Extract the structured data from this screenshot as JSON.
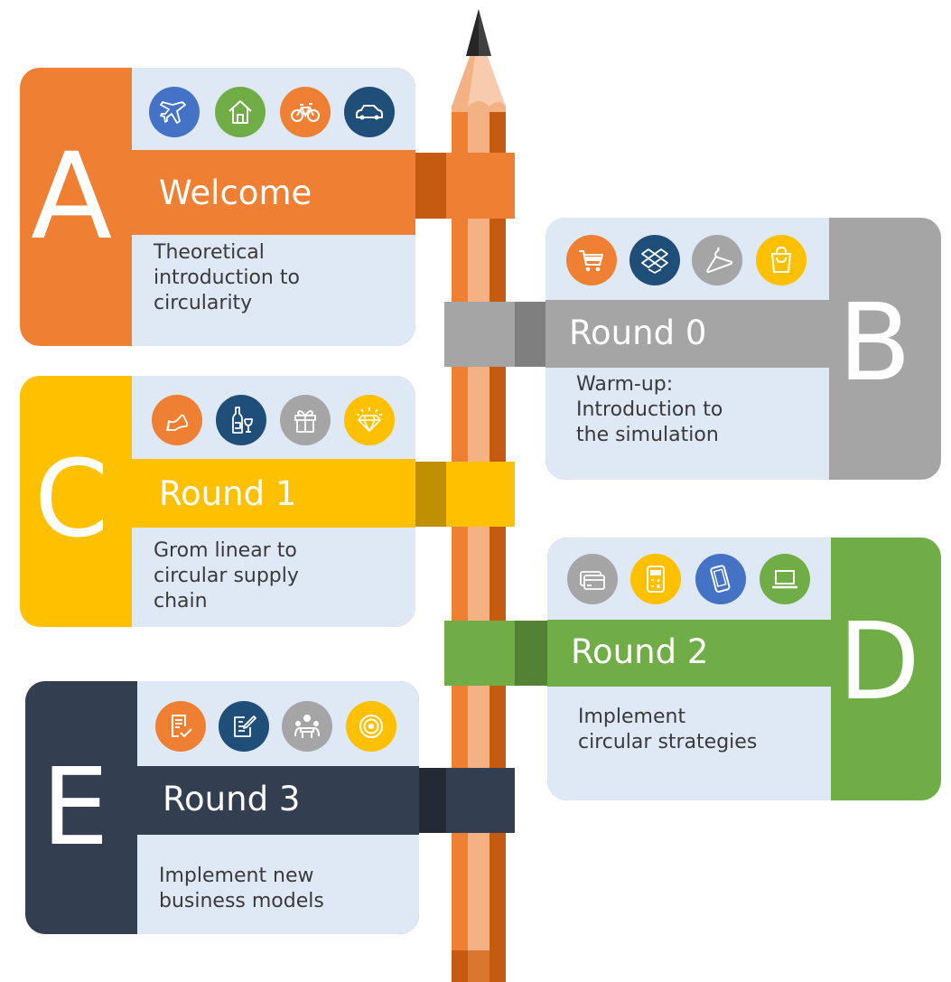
{
  "colors": {
    "orange": "#ee7f33",
    "orange_dark": "#c55a11",
    "grey": "#a5a5a5",
    "grey_dark": "#7f7f7f",
    "yellow": "#ffc000",
    "yellow_dark": "#bf9000",
    "green": "#70ad47",
    "green_dark": "#548235",
    "navy": "#333f50",
    "navy_dark": "#222a35",
    "blue": "#4472c4",
    "darkblue": "#1f4e79",
    "panel": "#dfe8f5"
  },
  "steps": [
    {
      "letter": "A",
      "title": "Welcome",
      "lines": [
        "Theoretical",
        "introduction to",
        "circularity"
      ],
      "icons": [
        "airplane-icon",
        "house-icon",
        "bicycle-icon",
        "car-icon"
      ]
    },
    {
      "letter": "B",
      "title": "Round 0",
      "lines": [
        "Warm-up:",
        "Introduction to",
        "the simulation"
      ],
      "icons": [
        "shopping-cart-icon",
        "dropbox-box-icon",
        "clothes-hanger-icon",
        "shopping-bag-icon"
      ]
    },
    {
      "letter": "C",
      "title": "Round 1",
      "lines": [
        "Grom linear to",
        "circular supply",
        "chain"
      ],
      "icons": [
        "high-heel-shoe-icon",
        "wine-bottle-glass-icon",
        "gift-icon",
        "diamond-icon"
      ]
    },
    {
      "letter": "D",
      "title": "Round 2",
      "lines": [
        "Implement",
        "circular strategies"
      ],
      "icons": [
        "credit-card-icon",
        "calculator-icon",
        "smartphone-icon",
        "laptop-icon"
      ]
    },
    {
      "letter": "E",
      "title": "Round 3",
      "lines": [
        "Implement new",
        "business models"
      ],
      "icons": [
        "checklist-icon",
        "edit-note-icon",
        "team-meeting-icon",
        "target-icon"
      ]
    }
  ]
}
